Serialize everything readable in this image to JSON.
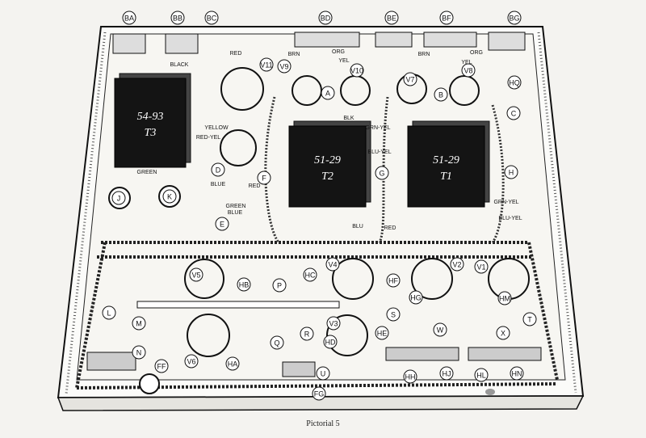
{
  "caption": "Pictorial 5",
  "top_labels": [
    "BA",
    "BB",
    "BC",
    "BD",
    "BE",
    "BF",
    "BG"
  ],
  "transformers": [
    {
      "id": "t3",
      "line1": "54-93",
      "line2": "T3"
    },
    {
      "id": "t2",
      "line1": "51-29",
      "line2": "T2"
    },
    {
      "id": "t1",
      "line1": "51-29",
      "line2": "T1"
    }
  ],
  "point_labels": [
    "A",
    "B",
    "C",
    "D",
    "E",
    "F",
    "G",
    "H",
    "J",
    "K",
    "L",
    "M",
    "N",
    "P",
    "Q",
    "R",
    "S",
    "T",
    "U",
    "W",
    "X"
  ],
  "socket_labels": [
    "V1",
    "V2",
    "V3",
    "V4",
    "V5",
    "V6",
    "V7",
    "V8",
    "V9",
    "V10",
    "V11"
  ],
  "jack_labels": [
    "FF",
    "FG",
    "HA",
    "HB",
    "HC",
    "HD",
    "HE",
    "HF",
    "HG",
    "HH",
    "HJ",
    "HL",
    "HM",
    "HN",
    "HQ"
  ],
  "wire_colors": [
    "BLACK",
    "RED",
    "YELLOW",
    "RED-YEL",
    "GREEN",
    "BLUE",
    "BRN",
    "ORG",
    "YEL",
    "BLK",
    "GRN-YEL",
    "BLU-YEL",
    "RED",
    "GREEN",
    "BLUE",
    "BRN",
    "ORG",
    "YEL",
    "BLU",
    "RED",
    "GRN-YEL",
    "BLU-YEL"
  ]
}
